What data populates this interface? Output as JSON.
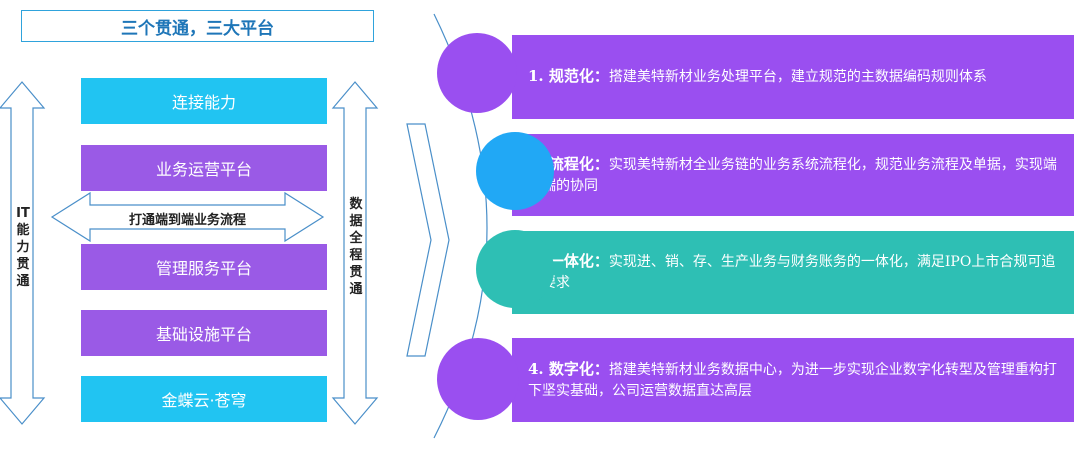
{
  "title": "三个贯通，三大平台",
  "left_arrow_label": "IT能力贯通",
  "right_arrow_label": "数据全程贯通",
  "middle_arrow_label": "打通端到端业务流程",
  "layers": [
    {
      "label": "连接能力",
      "color": "#21c4f2"
    },
    {
      "label": "业务运营平台",
      "color": "#9a5ae6"
    },
    {
      "label": "管理服务平台",
      "color": "#9a5ae6"
    },
    {
      "label": "基础设施平台",
      "color": "#9a5ae6"
    },
    {
      "label": "金蝶云·苍穹",
      "color": "#21c4f2"
    }
  ],
  "items": [
    {
      "title": "1. 规范化：",
      "text": "搭建美特新材业务处理平台，建立规范的主数据编码规则体系",
      "color": "#9a4ff0",
      "circle_color": "#9a4ff0"
    },
    {
      "title": "2. 流程化：",
      "text": "实现美特新材全业务链的业务系统流程化，规范业务流程及单据，实现端对端的协同",
      "color": "#9a4ff0",
      "circle_color": "#21a8f5"
    },
    {
      "title": "3. 一体化：",
      "text": "实现进、销、存、生产业务与财务账务的一体化，满足IPO上市合规可追溯要求",
      "color": "#2ebfb4",
      "circle_color": "#2ebfb4"
    },
    {
      "title": "4. 数字化：",
      "text": "搭建美特新材业务数据中心，为进一步实现企业数字化转型及管理重构打下坚实基础，公司运营数据直达高层",
      "color": "#9a4ff0",
      "circle_color": "#9a4ff0"
    }
  ]
}
